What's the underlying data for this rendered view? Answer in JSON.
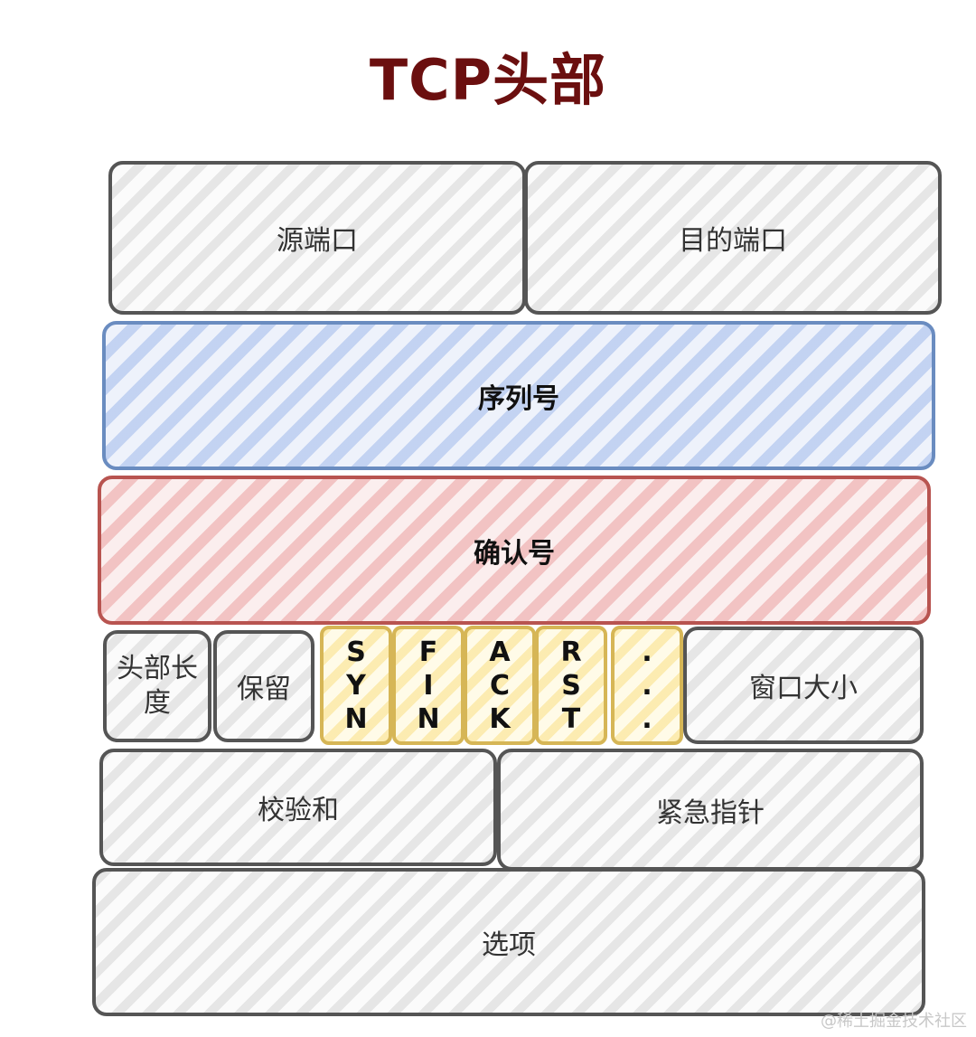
{
  "title": "TCP头部",
  "fields": {
    "src_port": "源端口",
    "dst_port": "目的端口",
    "seq": "序列号",
    "ack": "确认号",
    "header_len": "头部长度",
    "reserved": "保留",
    "window": "窗口大小",
    "checksum": "校验和",
    "urgent": "紧急指针",
    "options": "选项"
  },
  "flags": [
    {
      "letters": [
        "S",
        "Y",
        "N"
      ]
    },
    {
      "letters": [
        "F",
        "I",
        "N"
      ]
    },
    {
      "letters": [
        "A",
        "C",
        "K"
      ]
    },
    {
      "letters": [
        "R",
        "S",
        "T"
      ]
    },
    {
      "letters": [
        ".",
        ".",
        "."
      ]
    }
  ],
  "watermark": "@稀土掘金技术社区",
  "colors": {
    "title": "#6b0f0f",
    "seq_border": "#6a8cc0",
    "ack_border": "#b85450",
    "flag_border": "#d6b656",
    "default_border": "#555555"
  }
}
